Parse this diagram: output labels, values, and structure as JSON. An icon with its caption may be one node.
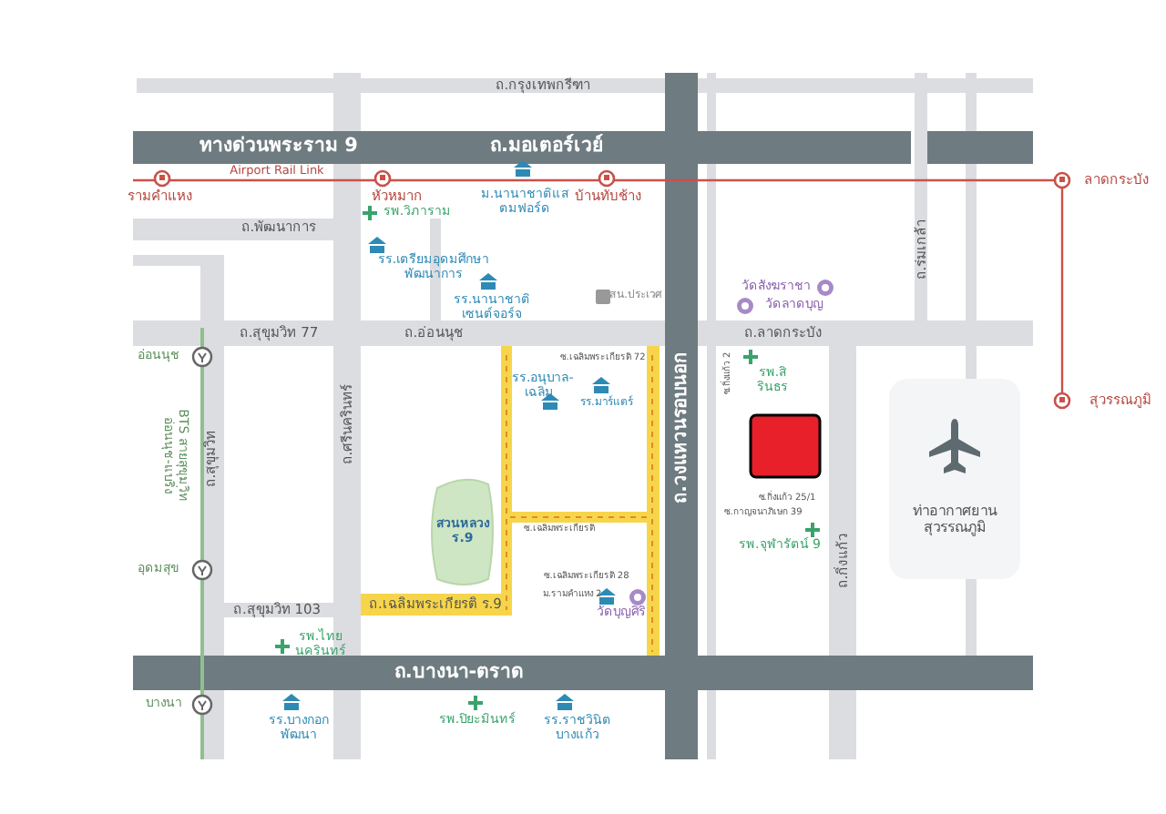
{
  "diagram": {
    "nodes": [
      {
        "text": [
          "ท่าอากาศยานสุวรรณภูมิ"
        ]
      }
    ],
    "labels": [
      "ถ.กรุงเทพกรีฑา",
      "ทางด่วนพระราม 9",
      "ถ.มอเตอร์เวย์",
      "Airport Rail Link",
      "รามคำแหง",
      "หัวหมาก",
      "รพ.วิภาราม",
      "ม.นานาชาติแสตมฟอร์ด",
      "บ้านทับช้าง",
      "ลาดกระบัง",
      "ถ.พัฒนาการ",
      "รร.เตรียมอุดมศึกษาพัฒนาการ",
      "รร.นานาชาติเซนต์จอร์จ",
      "สน.ประเวศ",
      "วัดสังฆราชา",
      "วัดลาดบุญ",
      "ถ.สุขุมวิท 77",
      "ถ.อ่อนนุช",
      "ถ.ลาดกระบัง",
      "ถ.ร่มเกล้า",
      "สุวรรณภูมิ",
      "อ่อนนุช",
      "ถ.สุขุมวิท",
      "BTS สายสุขุมวิท อ่อนนุช-แบริ่ง",
      "ถ.ศรีนครินทร์",
      "ซ.เฉลิมพระเกียรติ 72",
      "รร.อนุบาล-เฉลิม",
      "รร.มาร์แตร์",
      "ถ.วงแหวนรอบนอก",
      "ซ.กิ่งแก้ว 2",
      "รพ.สิรินธร",
      "ซ.กิ่งแก้ว 25/1",
      "ซ.กาญจนาภิเษก 39",
      "รพ.จุฬารัตน์ 9",
      "ซ.เฉลิมพระเกียรติ",
      "สวนหลวง ร.9",
      "ซ.เฉลิมพระเกียรติ 28",
      "ม.รามคำแหง 2",
      "วัดบุญศิริ",
      "ถ.กิ่งแก้ว",
      "ถ.สุขุมวิท 103",
      "ถ.เฉลิมพระเกียรติ ร.9",
      "อุดมสุข",
      "รพ.ไทยนครินทร์",
      "ถ.บางนา-ตราด",
      "บางนา",
      "รร.บางกอกพัฒนา",
      "รพ.ปิยะมินทร์",
      "รร.ราชวินิตบางแก้ว"
    ]
  }
}
